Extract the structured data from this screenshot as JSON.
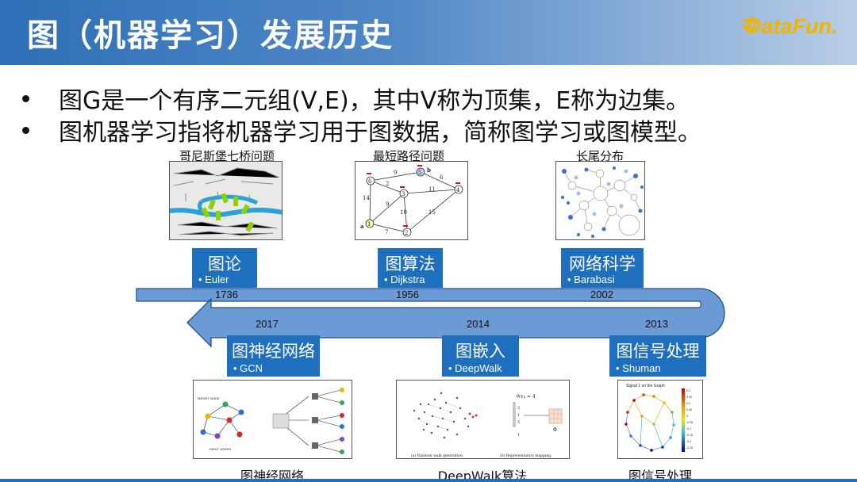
{
  "slide": {
    "title": "图（机器学习）发展历史",
    "logo_text": "DataFun.",
    "bullets": [
      "图G是一个有序二元组(V,E)，其中V称为顶集，E称为边集。",
      "图机器学习指将机器学习用于图数据，简称图学习或图模型。"
    ]
  },
  "top_milestones": [
    {
      "caption": "哥尼斯堡七桥问题",
      "name": "图论",
      "person": "• Euler",
      "year": "1736"
    },
    {
      "caption": "最短路径问题",
      "name": "图算法",
      "person": "• Dijkstra",
      "year": "1956"
    },
    {
      "caption": "长尾分布",
      "name": "网络科学",
      "person": "• Barabasi",
      "year": "2002"
    }
  ],
  "bottom_milestones": [
    {
      "year": "2017",
      "name": "图神经网络",
      "person": "• GCN",
      "caption": "图神经网络"
    },
    {
      "year": "2014",
      "name": "图嵌入",
      "person": "• DeepWalk",
      "caption": "DeepWalk算法"
    },
    {
      "year": "2013",
      "name": "图信号处理",
      "person": "• Shuman",
      "caption": "图信号处理"
    }
  ],
  "figures": {
    "dijkstra_nodes": [
      "6",
      "5",
      "3",
      "4",
      "1",
      "2"
    ],
    "dijkstra_weights": [
      "9",
      "2",
      "6",
      "11",
      "14",
      "9",
      "10",
      "15",
      "7"
    ],
    "dijkstra_node_labels": [
      "b",
      "a"
    ],
    "gcn_labels": [
      "TARGET NODE",
      "INPUT GRAPH"
    ],
    "deepwalk_caption_a": "(a) Random walk generation.",
    "deepwalk_caption_b": "(b) Representation mapping.",
    "deepwalk_formula": "𝒲v₄ = 4",
    "deepwalk_vector": [
      "3",
      "1",
      "5",
      "1"
    ],
    "deepwalk_phi": "Φ",
    "signal_title": "Signal 1 on the Graph",
    "signal_colorbar_ticks": [
      "0.2",
      "0.15",
      "0.1",
      "0.05",
      "0",
      "-0.05",
      "-0.1",
      "-0.15",
      "-0.2",
      "-0.25"
    ]
  },
  "colors": {
    "accent": "#1f6fbf",
    "header_start": "#2f6fb7",
    "logo": "#f0b400"
  }
}
